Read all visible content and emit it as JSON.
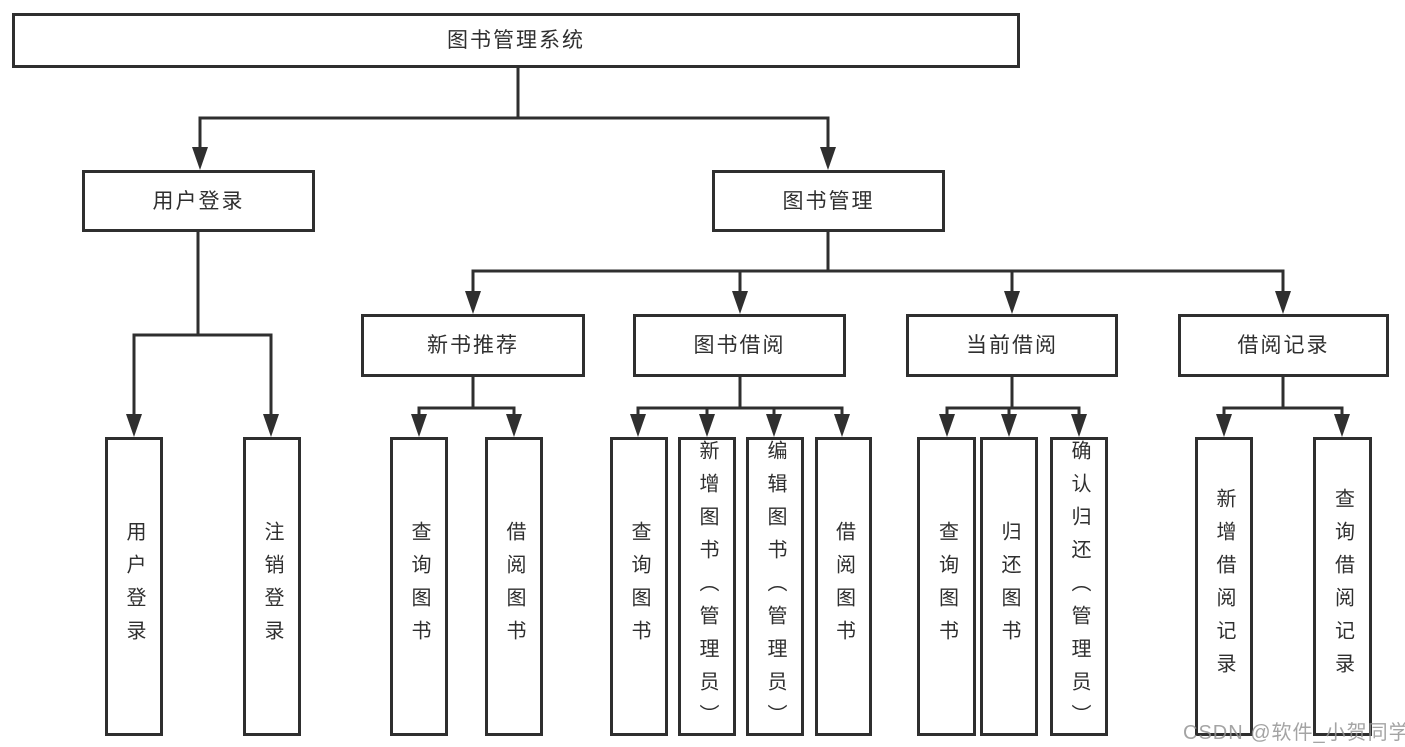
{
  "nodes": {
    "root": "图书管理系统",
    "level2": [
      "用户登录",
      "图书管理"
    ],
    "level3": [
      "新书推荐",
      "图书借阅",
      "当前借阅",
      "借阅记录"
    ],
    "leaves": [
      "用户登录",
      "注销登录",
      "查询图书",
      "借阅图书",
      "查询图书",
      "新增图书（管理员）",
      "编辑图书（管理员）",
      "借阅图书",
      "查询图书",
      "归还图书",
      "确认归还（管理员）",
      "新增借阅记录",
      "查询借阅记录"
    ]
  },
  "watermark": "CSDN @软件_小贺同学",
  "colors": {
    "line": "#2f2f2f",
    "text": "#2f2f2f",
    "background": "#ffffff",
    "watermark": "#949494"
  }
}
